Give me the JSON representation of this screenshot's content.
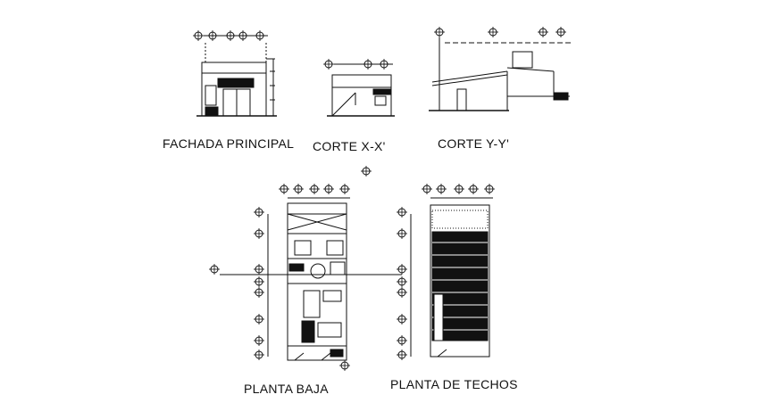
{
  "labels": {
    "fachada": "FACHADA PRINCIPAL",
    "corte_x": "CORTE X-X'",
    "corte_y": "CORTE Y-Y'",
    "planta_baja": "PLANTA BAJA",
    "planta_techos": "PLANTA DE TECHOS"
  },
  "colors": {
    "ink": "#111111",
    "background": "#ffffff"
  }
}
